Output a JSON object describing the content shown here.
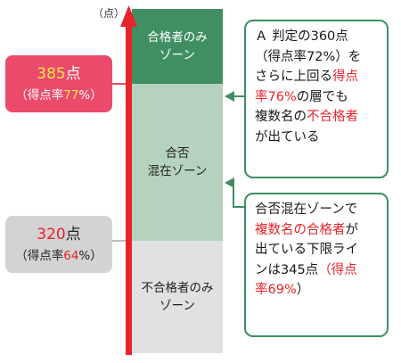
{
  "unit_label": "（点）",
  "zones": {
    "pass": [
      "合格者のみ",
      "ゾーン"
    ],
    "mixed": [
      "合否",
      "混在ゾーン"
    ],
    "fail": [
      "不合格者のみ",
      "ゾーン"
    ]
  },
  "markers": {
    "high": {
      "score": "385",
      "score_unit": "点",
      "rate_prefix": "（得点率",
      "rate": "77",
      "rate_suffix": "%）"
    },
    "low": {
      "score": "320",
      "score_unit": "点",
      "rate_prefix": "（得点率",
      "rate": "64",
      "rate_suffix": "%）"
    }
  },
  "callouts": {
    "upper": {
      "l1": "Ａ 判定の360点",
      "l2": "（得点率72%）を",
      "l3a": "さらに上回る",
      "l3b": "得点",
      "l4a": "率76%",
      "l4b": "の層でも",
      "l5a": "複数名の",
      "l5b": "不合格者",
      "l6": "が出ている"
    },
    "lower": {
      "l1": "合否混在ゾーンで",
      "l2a": "複数名の合格者",
      "l2b": "が",
      "l3": "出ている下限ライ",
      "l4a": "ンは345点",
      "l4b": "（得点",
      "l5a": "率69%",
      "l5b": "）"
    }
  },
  "colors": {
    "pass_zone": "#3f8f62",
    "mixed_zone": "#b5d2bf",
    "fail_zone": "#e1e1e1",
    "axis_arrow": "#e8232a",
    "high_marker": "#eb4a6b",
    "low_marker": "#d3d3d3",
    "highlight_red": "#e8232a",
    "highlight_yellow": "#ffe84a"
  }
}
